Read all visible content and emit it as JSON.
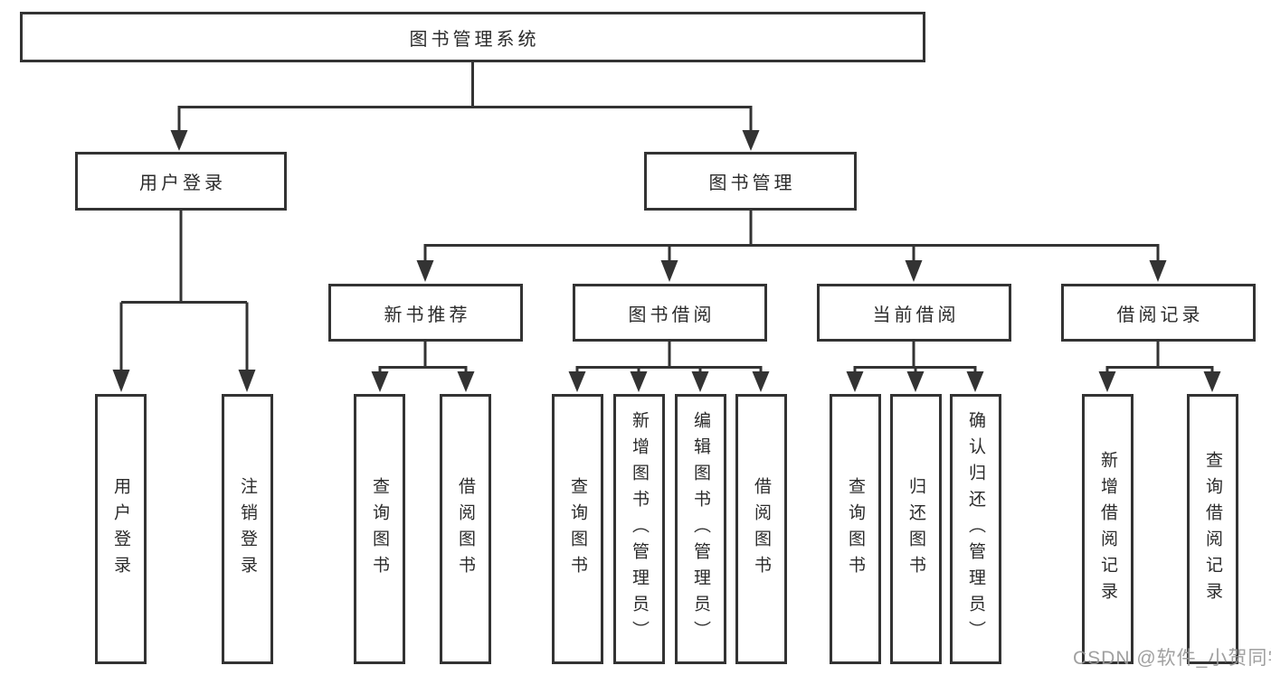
{
  "diagram": {
    "root": "图书管理系统",
    "user_login": {
      "label": "用户登录",
      "children": [
        "用户登录",
        "注销登录"
      ]
    },
    "book_management": {
      "label": "图书管理",
      "modules": [
        {
          "label": "新书推荐",
          "children": [
            "查询图书",
            "借阅图书"
          ]
        },
        {
          "label": "图书借阅",
          "children": [
            "查询图书",
            "新增图书（管理员）",
            "编辑图书（管理员）",
            "借阅图书"
          ]
        },
        {
          "label": "当前借阅",
          "children": [
            "查询图书",
            "归还图书",
            "确认归还（管理员）"
          ]
        },
        {
          "label": "借阅记录",
          "children": [
            "新增借阅记录",
            "查询借阅记录"
          ]
        }
      ]
    }
  },
  "watermark": "CSDN @软件_小贺同学",
  "colors": {
    "line": "#333333",
    "text": "#2b2b2b",
    "watermark": "#989898",
    "background": "#ffffff"
  }
}
